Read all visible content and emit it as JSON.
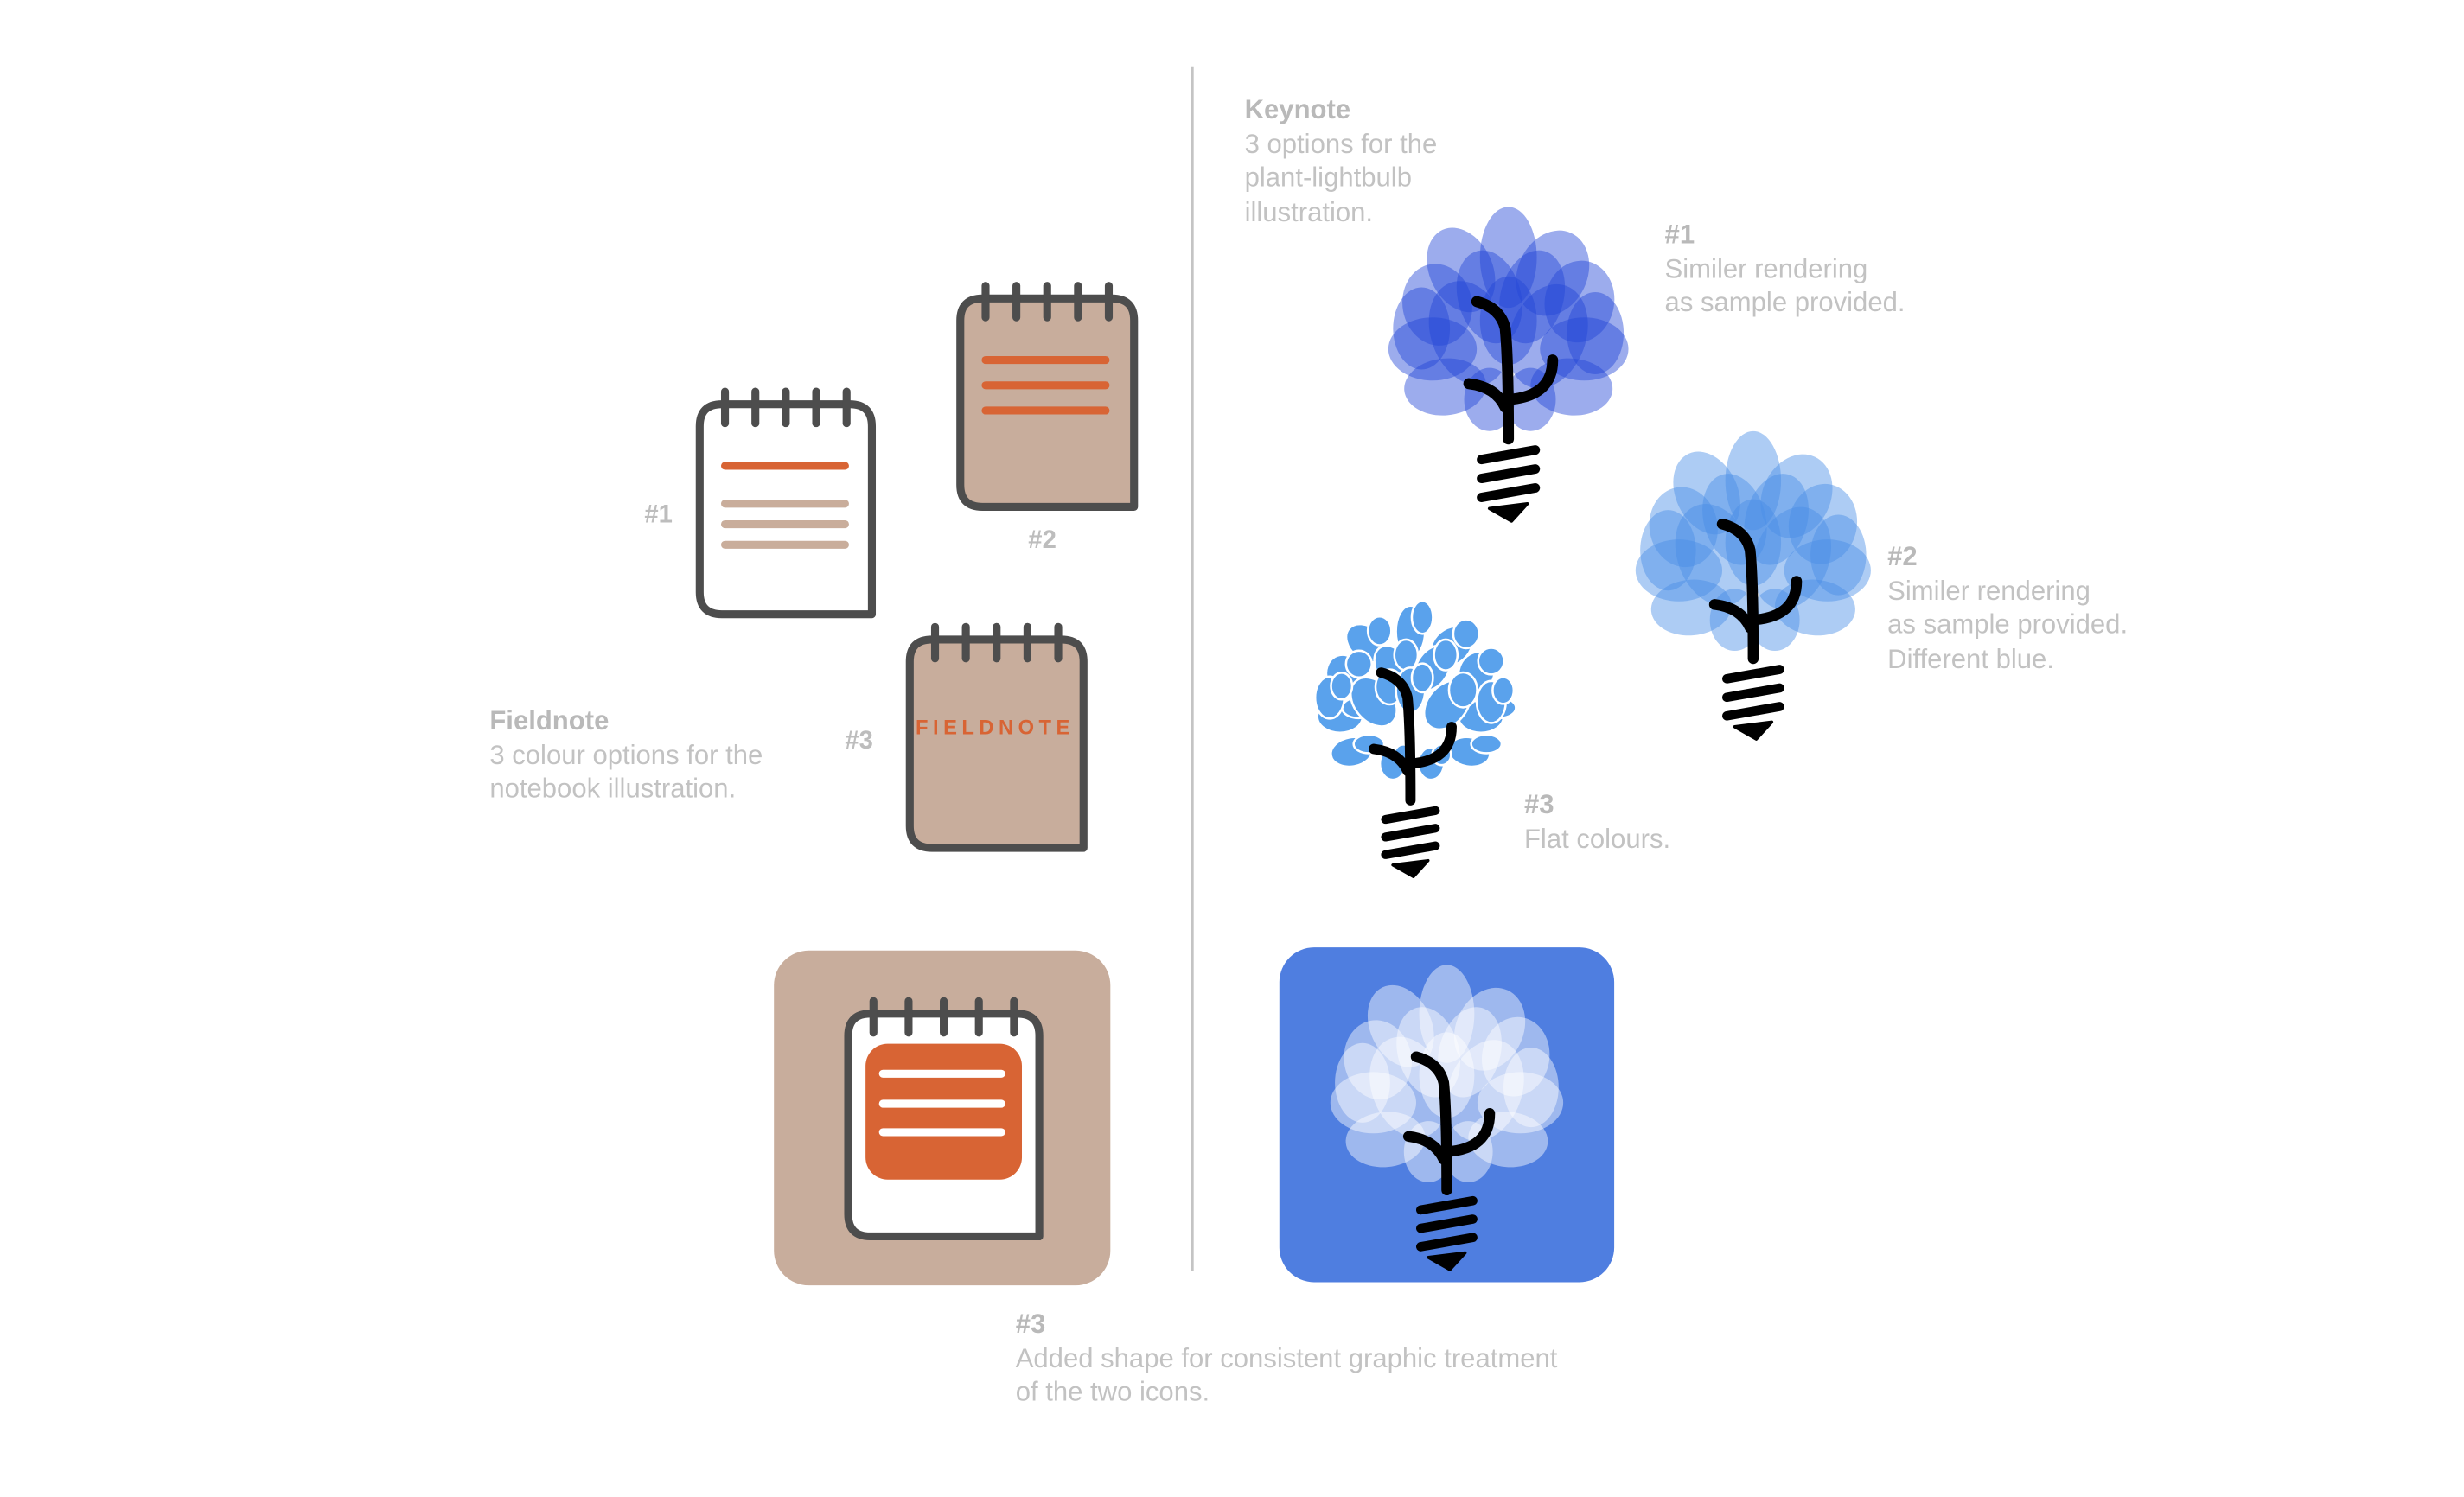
{
  "fieldnote": {
    "title": "Fieldnote",
    "lines": [
      "3 colour options for the",
      "notebook illustration."
    ],
    "options": [
      "#1",
      "#2",
      "#3"
    ],
    "cover_text": "FIELDNOTE"
  },
  "keynote": {
    "title": "Keynote",
    "lines": [
      "3 options for the",
      "plant-lightbulb",
      "illustration."
    ],
    "option1": {
      "label": "#1",
      "lines": [
        "Similer rendering",
        "as sample provided."
      ]
    },
    "option2": {
      "label": "#2",
      "lines": [
        "Similer rendering",
        "as sample provided.",
        "Different blue."
      ]
    },
    "option3": {
      "label": "#3",
      "lines": [
        "Flat colours."
      ]
    }
  },
  "combined": {
    "label": "#3",
    "lines": [
      "Added shape for consistent graphic treatment",
      "of the two icons."
    ]
  },
  "colors": {
    "outline": "#4d4d4d",
    "kraft": "#c8ad9c",
    "orange": "#d86434",
    "tan_line": "#c9ad9b",
    "blue1": "#2447d8",
    "blue2": "#4a8fe6",
    "blue3": "#5aa2ec",
    "tile_blue": "#4f7ee0"
  }
}
